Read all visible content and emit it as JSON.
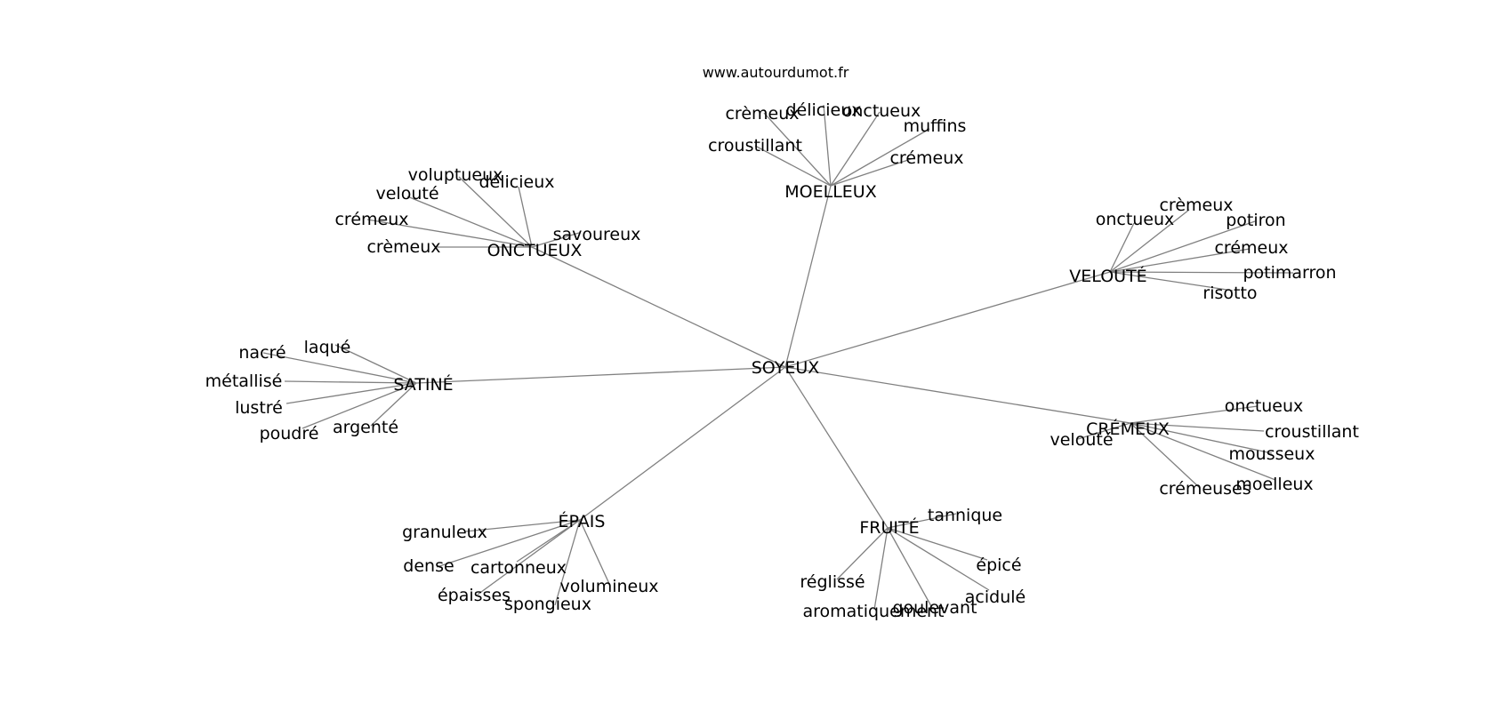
{
  "site_url": "www.autourdumot.fr",
  "center": "SOYEUX",
  "hubs": [
    {
      "id": "moelleux",
      "label": "MOELLEUX",
      "leaves": [
        "crèmeux",
        "délicieux",
        "onctueux",
        "muffins",
        "croustillant",
        "crémeux"
      ]
    },
    {
      "id": "onctueux",
      "label": "ONCTUEUX",
      "leaves": [
        "voluptueux",
        "délicieux",
        "velouté",
        "crémeux",
        "crèmeux",
        "savoureux"
      ]
    },
    {
      "id": "veloute",
      "label": "VELOUTÉ",
      "leaves": [
        "crèmeux",
        "onctueux",
        "potiron",
        "crémeux",
        "potimarron",
        "risotto"
      ]
    },
    {
      "id": "satine",
      "label": "SATINÉ",
      "leaves": [
        "laqué",
        "nacré",
        "métallisé",
        "lustré",
        "poudré",
        "argenté"
      ]
    },
    {
      "id": "cremeux",
      "label": "CRÉMEUX",
      "leaves": [
        "onctueux",
        "croustillant",
        "velouté",
        "mousseux",
        "moelleux",
        "crémeuses"
      ]
    },
    {
      "id": "epais",
      "label": "ÉPAIS",
      "leaves": [
        "granuleux",
        "dense",
        "cartonneux",
        "volumineux",
        "épaisses",
        "spongieux"
      ]
    },
    {
      "id": "fruite",
      "label": "FRUITÉ",
      "leaves": [
        "tannique",
        "épicé",
        "réglissé",
        "acidulé",
        "aromatiquement",
        "goulevant"
      ]
    }
  ],
  "colors": {
    "edge": "#808080",
    "text": "#000000",
    "background": "#ffffff"
  }
}
